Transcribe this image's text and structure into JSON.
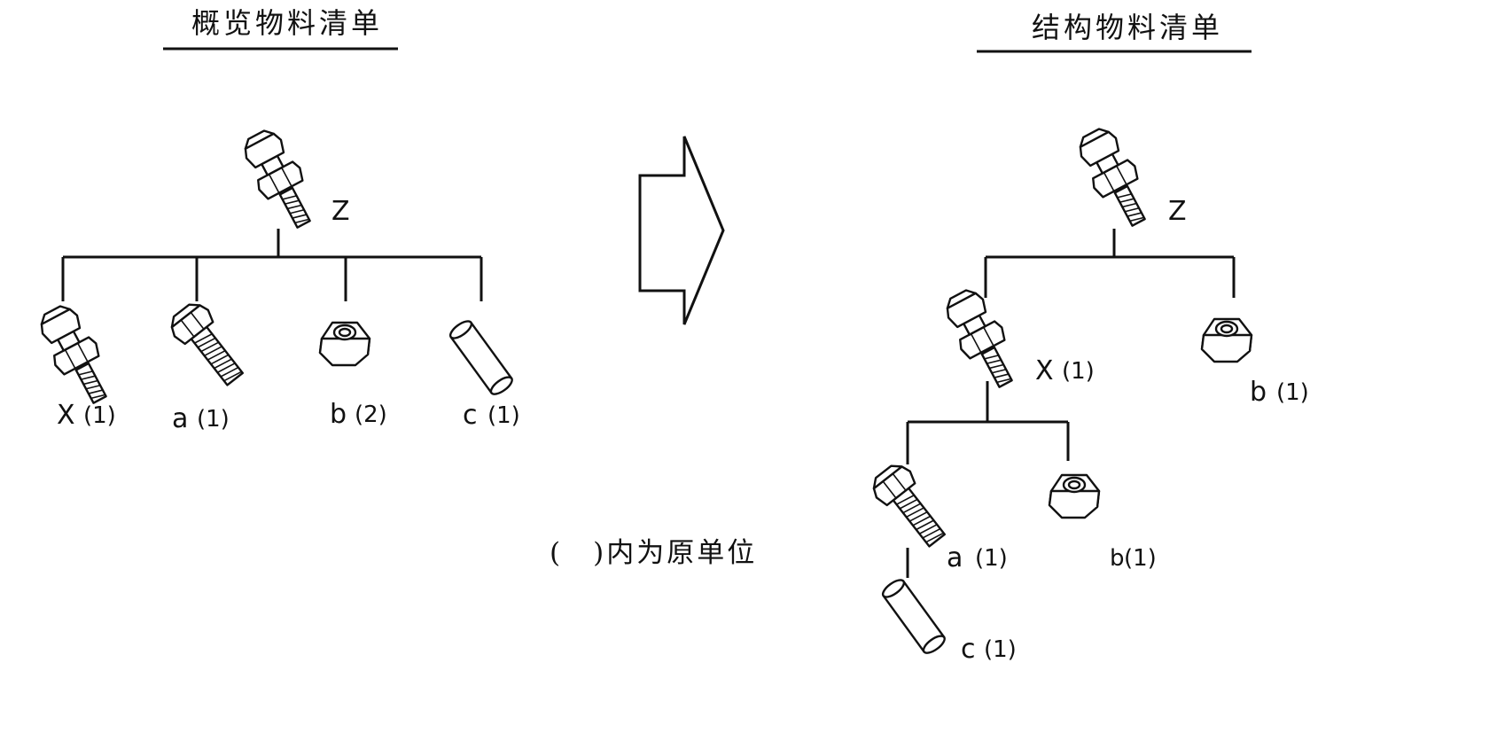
{
  "left_panel": {
    "title": "概览物料清单",
    "root": {
      "label": "Z"
    },
    "children": [
      {
        "label": "X",
        "qty": "(1)",
        "icon": "bolt-nut-assembly-icon"
      },
      {
        "label": "a",
        "qty": "(1)",
        "icon": "bolt-icon"
      },
      {
        "label": "b",
        "qty": "(2)",
        "icon": "hex-nut-icon"
      },
      {
        "label": "c",
        "qty": "(1)",
        "icon": "tube-icon"
      }
    ]
  },
  "right_panel": {
    "title": "结构物料清单",
    "root": {
      "label": "Z"
    },
    "x": {
      "label": "X",
      "qty": "(1)"
    },
    "b_top": {
      "label": "b",
      "qty": "(1)"
    },
    "a": {
      "label": "a",
      "qty": "(1)"
    },
    "b_sub": {
      "label": "b",
      "qty": "(1)"
    },
    "c": {
      "label": "c",
      "qty": "(1)"
    }
  },
  "arrow": {
    "icon": "block-arrow-right-icon"
  },
  "note": "(　)内为原单位"
}
